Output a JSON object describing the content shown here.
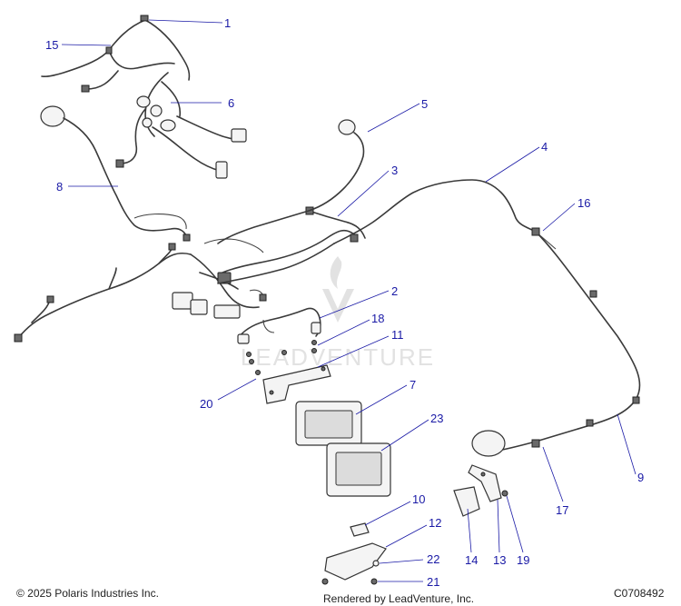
{
  "callouts": [
    {
      "id": "c1",
      "label": "1"
    },
    {
      "id": "c2",
      "label": "2"
    },
    {
      "id": "c3",
      "label": "3"
    },
    {
      "id": "c4",
      "label": "4"
    },
    {
      "id": "c5",
      "label": "5"
    },
    {
      "id": "c6",
      "label": "6"
    },
    {
      "id": "c7",
      "label": "7"
    },
    {
      "id": "c8",
      "label": "8"
    },
    {
      "id": "c9",
      "label": "9"
    },
    {
      "id": "c10",
      "label": "10"
    },
    {
      "id": "c11",
      "label": "11"
    },
    {
      "id": "c12",
      "label": "12"
    },
    {
      "id": "c13",
      "label": "13"
    },
    {
      "id": "c14",
      "label": "14"
    },
    {
      "id": "c15",
      "label": "15"
    },
    {
      "id": "c16",
      "label": "16"
    },
    {
      "id": "c17",
      "label": "17"
    },
    {
      "id": "c18",
      "label": "18"
    },
    {
      "id": "c19",
      "label": "19"
    },
    {
      "id": "c20",
      "label": "20"
    },
    {
      "id": "c21",
      "label": "21"
    },
    {
      "id": "c22",
      "label": "22"
    },
    {
      "id": "c23",
      "label": "23"
    }
  ],
  "footer": {
    "copyright": "© 2025 Polaris Industries Inc.",
    "rendered_by": "Rendered by LeadVenture, Inc.",
    "diagram_code": "C0708492"
  },
  "watermark": {
    "text": "LEADVENTURE"
  },
  "colors": {
    "callout": "#1a1aa6",
    "line": "#333333",
    "watermark": "#e2e2e2"
  }
}
